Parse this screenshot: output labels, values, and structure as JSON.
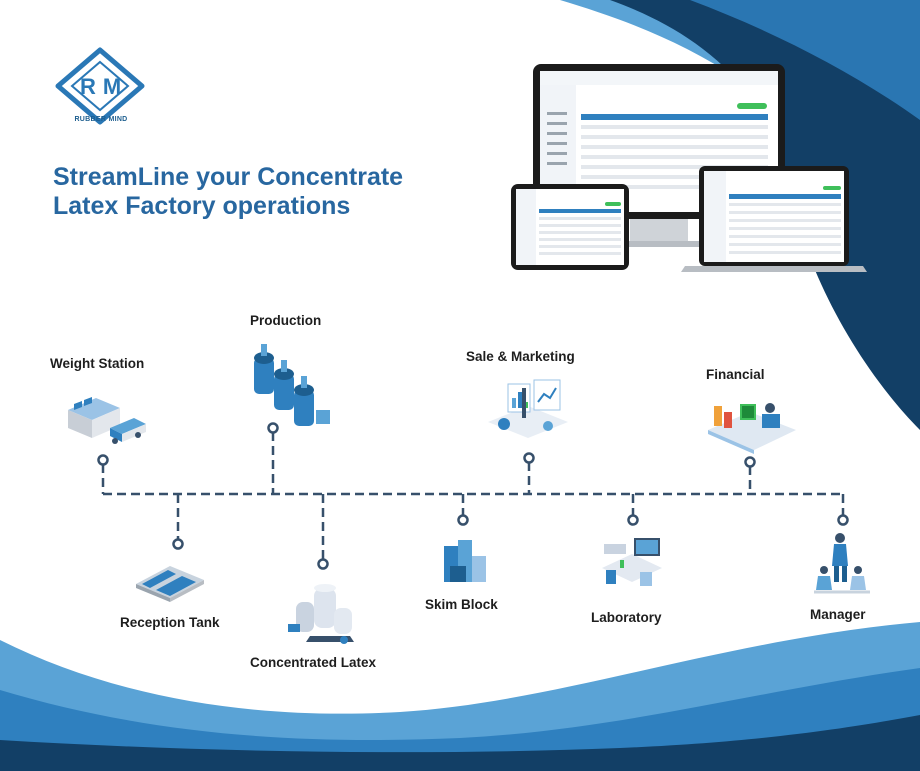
{
  "brand": {
    "name": "RUBBER MIND",
    "logo_letters": "RM"
  },
  "headline": {
    "line1": "StreamLine your Concentrate",
    "line2": "Latex Factory operations"
  },
  "colors": {
    "primary": "#2867a0",
    "dark_blue": "#123f66",
    "mid_blue": "#2f80bf",
    "light_blue": "#5aa3d6",
    "connector": "#37506b",
    "green": "#3fbf5a"
  },
  "modules_top": [
    {
      "label": "Weight Station",
      "icon": "truck-warehouse-icon"
    },
    {
      "label": "Production",
      "icon": "factory-tanks-icon"
    },
    {
      "label": "Sale & Marketing",
      "icon": "analytics-board-icon"
    },
    {
      "label": "Financial",
      "icon": "finance-desk-icon"
    }
  ],
  "modules_bottom": [
    {
      "label": "Reception Tank",
      "icon": "reception-tank-icon"
    },
    {
      "label": "Concentrated Latex",
      "icon": "latex-tanks-icon"
    },
    {
      "label": "Skim Block",
      "icon": "skim-blocks-icon"
    },
    {
      "label": "Laboratory",
      "icon": "lab-desk-icon"
    },
    {
      "label": "Manager",
      "icon": "manager-team-icon"
    }
  ]
}
